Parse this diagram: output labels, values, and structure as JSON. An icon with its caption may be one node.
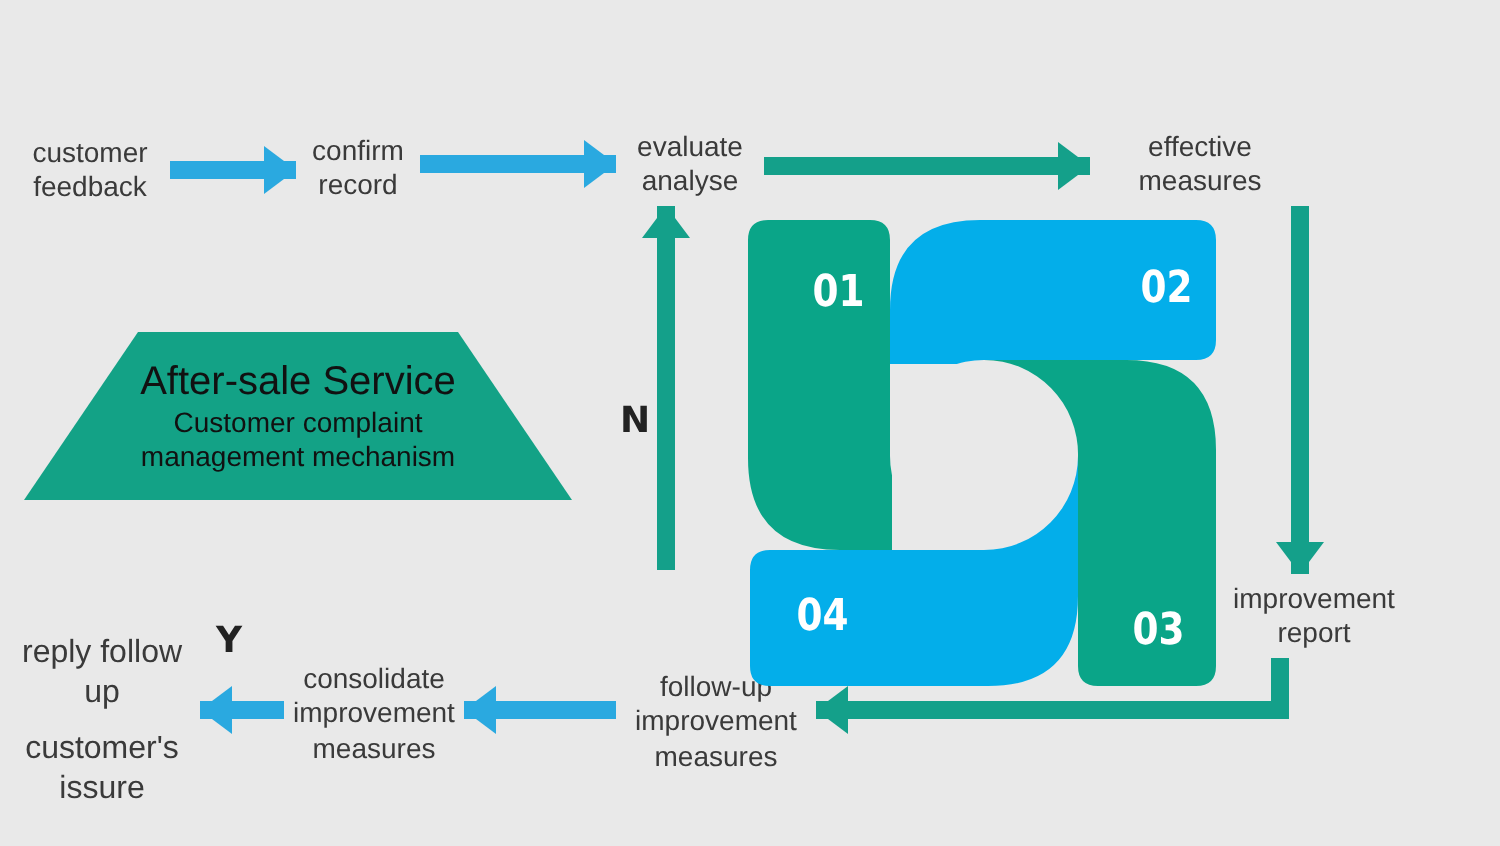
{
  "diagram": {
    "nodes": [
      {
        "text": [
          "customer feedback"
        ]
      },
      {
        "text": [
          "confirm record"
        ]
      },
      {
        "text": [
          "evaluate analyse"
        ]
      },
      {
        "text": [
          "effective measures"
        ]
      },
      {
        "text": [
          "improvement report"
        ]
      },
      {
        "text": [
          "follow-up improvement measures"
        ]
      },
      {
        "text": [
          "consolidate improvement measures"
        ]
      },
      {
        "text": [
          "reply follow up",
          "customer's issure"
        ]
      },
      {
        "text": [
          "After-sale Service",
          "Customer complaint management mechanism"
        ]
      },
      {
        "text": [
          "01"
        ]
      },
      {
        "text": [
          "02"
        ]
      },
      {
        "text": [
          "03"
        ]
      },
      {
        "text": [
          "04"
        ]
      }
    ],
    "edges": [
      {
        "from": 0,
        "to": 1,
        "arrow": "to",
        "color": "#2aa9e0"
      },
      {
        "from": 1,
        "to": 2,
        "arrow": "to",
        "color": "#2aa9e0"
      },
      {
        "from": 2,
        "to": 3,
        "arrow": "to",
        "color": "#14a08a"
      },
      {
        "from": 3,
        "to": 4,
        "arrow": "to",
        "color": "#14a08a"
      },
      {
        "from": 4,
        "to": 5,
        "arrow": "to",
        "color": "#14a08a"
      },
      {
        "from": 5,
        "to": 6,
        "arrow": "to",
        "color": "#2aa9e0"
      },
      {
        "from": 6,
        "to": 7,
        "arrow": "to",
        "label": "Y",
        "color": "#2aa9e0"
      },
      {
        "from": 5,
        "to": 2,
        "arrow": "to",
        "label": "N",
        "color": "#14a08a"
      }
    ]
  }
}
